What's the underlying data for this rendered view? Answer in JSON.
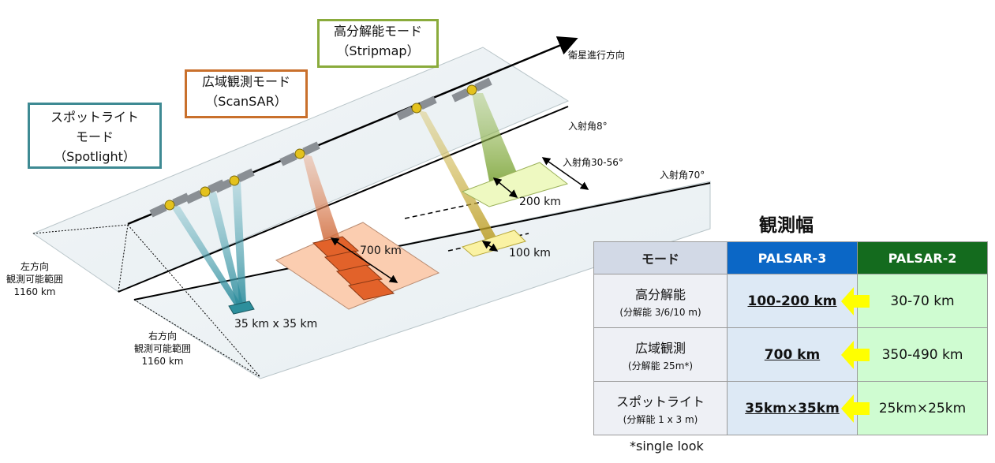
{
  "modes": {
    "stripmap": {
      "name": "高分解能モード",
      "sub": "（Stripmap）"
    },
    "scansar": {
      "name": "広域観測モード",
      "sub": "（ScanSAR）"
    },
    "spotlight": {
      "name_line1": "スポットライト",
      "name_line2": "モード",
      "sub": "（Spotlight）"
    }
  },
  "diagram": {
    "flight_direction": "衛星進行方向",
    "incidence_8": "入射角8°",
    "incidence_30_56": "入射角30-56°",
    "incidence_70": "入射角70°",
    "left_range": {
      "l1": "左方向",
      "l2": "観測可能範囲",
      "l3": "1160 km"
    },
    "right_range": {
      "l1": "右方向",
      "l2": "観測可能範囲",
      "l3": "1160 km"
    },
    "swath_200": "200 km",
    "swath_100": "100 km",
    "swath_700": "700 km",
    "spot_size": "35 km x 35 km"
  },
  "table": {
    "title": "観測幅",
    "headers": [
      "モード",
      "PALSAR-3",
      "PALSAR-2"
    ],
    "rows": [
      {
        "mode": "高分解能",
        "resolution": "(分解能 3/6/10 m)",
        "palsar3": "100-200 km",
        "palsar2": "30-70 km"
      },
      {
        "mode": "広域観測",
        "resolution": "(分解能 25m*)",
        "palsar3": "700 km",
        "palsar2": "350-490 km"
      },
      {
        "mode": "スポットライト",
        "resolution": "(分解能 1 x 3 m)",
        "palsar3": "35km×35km",
        "palsar2": "25km×25km"
      }
    ],
    "note": "*single look"
  },
  "colors": {
    "stripmap_border": "#8aab3c",
    "scansar_border": "#c9702c",
    "spotlight_border": "#3e8a93",
    "palsar3_header": "#0b67c6",
    "palsar2_header": "#146b1e",
    "arrow": "#ffff00"
  }
}
